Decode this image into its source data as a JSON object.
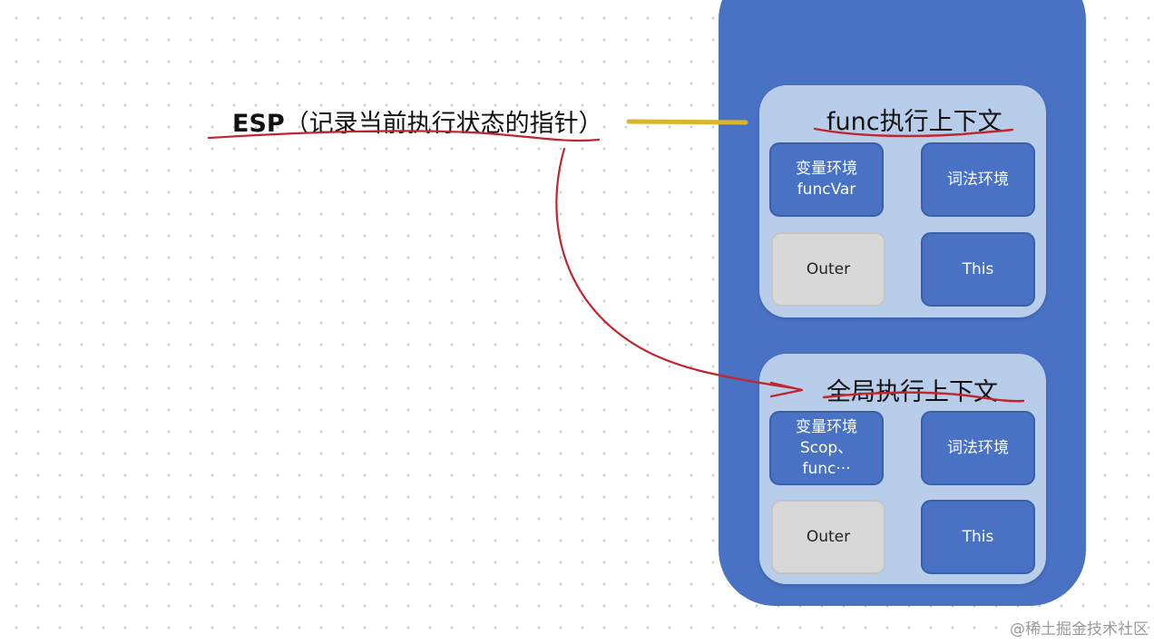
{
  "esp": {
    "key": "ESP",
    "description": "（记录当前执行状态的指针）"
  },
  "call_stack": {
    "func_context": {
      "title": "func执行上下文",
      "variable_env": "变量环境",
      "variable_env_value": "funcVar",
      "lexical_env": "词法环境",
      "outer": "Outer",
      "this": "This"
    },
    "global_context": {
      "title": "全局执行上下文",
      "variable_env": "变量环境",
      "variable_env_value_1": "Scop、",
      "variable_env_value_2": "func···",
      "lexical_env": "词法环境",
      "outer": "Outer",
      "this": "This"
    }
  },
  "watermark": "@稀土掘金技术社区",
  "colors": {
    "stack_fill": "#4a72c4",
    "context_fill": "#b7cdea",
    "outer_fill": "#d8d8d8",
    "annotation_red": "#c0262d",
    "pointer_yellow": "#d8b52a"
  }
}
